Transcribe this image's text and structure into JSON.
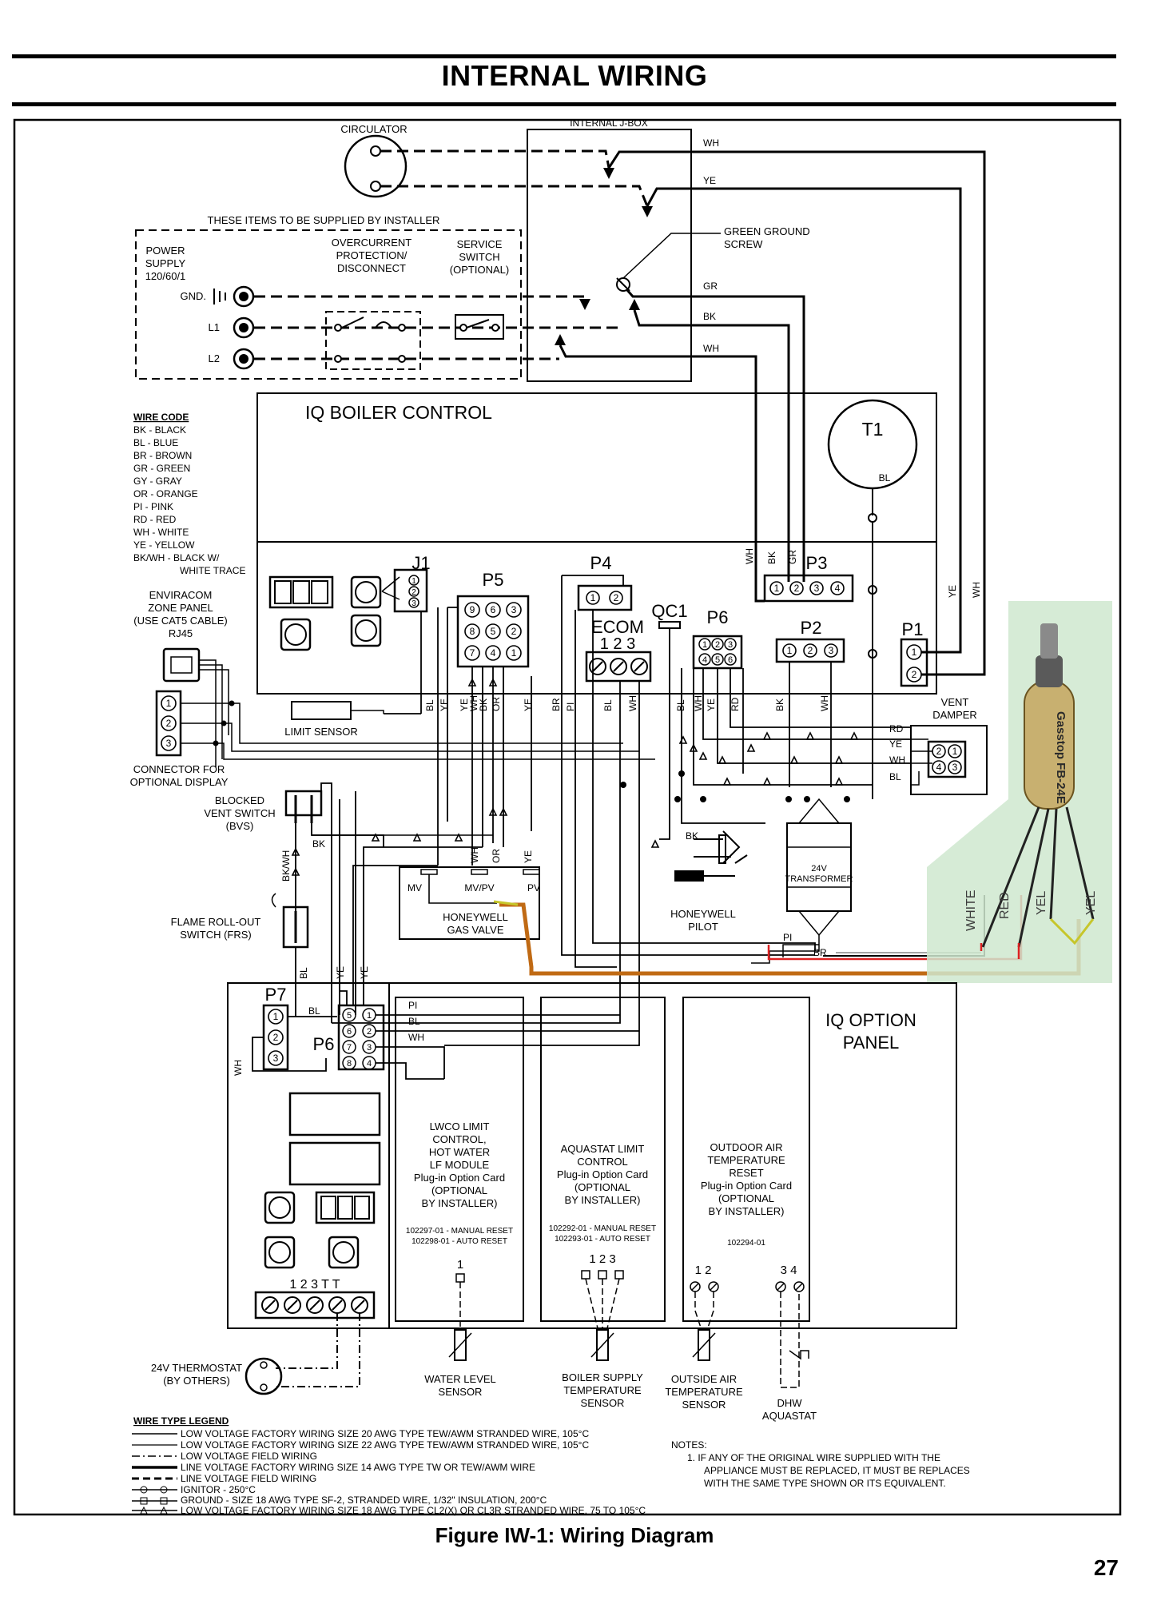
{
  "page": {
    "title": "INTERNAL WIRING",
    "caption": "Figure IW-1:  Wiring Diagram",
    "page_number": "27"
  },
  "top": {
    "circulator": "CIRCULATOR",
    "jbox": "INTERNAL J-BOX",
    "installer_note": "THESE ITEMS TO BE SUPPLIED BY INSTALLER",
    "power_supply": [
      "POWER",
      "SUPPLY",
      "120/60/1"
    ],
    "overcurrent": [
      "OVERCURRENT",
      "PROTECTION/",
      "DISCONNECT"
    ],
    "service_switch": [
      "SERVICE",
      "SWITCH",
      "(OPTIONAL)"
    ],
    "gnd": "GND.",
    "l1": "L1",
    "l2": "L2",
    "green_ground": [
      "GREEN GROUND",
      "SCREW"
    ],
    "wire_wh1": "WH",
    "wire_ye": "YE",
    "wire_gr": "GR",
    "wire_bk": "BK",
    "wire_wh2": "WH"
  },
  "control": {
    "title": "IQ BOILER CONTROL",
    "t1": "T1",
    "t1_bl": "BL",
    "j1": "J1",
    "p5": "P5",
    "p4": "P4",
    "p3": "P3",
    "qc1": "QC1",
    "ecom": "ECOM",
    "ecom_pins": "1  2  3",
    "p6": "P6",
    "p2": "P2",
    "p1": "P1",
    "p3_wires": [
      "WH",
      "BK",
      "GR"
    ],
    "p1_wires": [
      "YE",
      "WH"
    ],
    "p5_pins": [
      "9",
      "6",
      "3",
      "8",
      "5",
      "2",
      "7",
      "4",
      "1"
    ],
    "p6_pins": [
      "1",
      "2",
      "3",
      "4",
      "5",
      "6"
    ],
    "vert_wires": [
      "BL",
      "YE",
      "YE",
      "WH",
      "BK",
      "OR",
      "YE",
      "BR",
      "PI",
      "BL",
      "WH",
      "BL",
      "WH",
      "YE",
      "RD",
      "BK",
      "WH"
    ]
  },
  "wire_code": {
    "heading": "WIRE CODE",
    "items": [
      "BK - BLACK",
      "BL - BLUE",
      "BR - BROWN",
      "GR - GREEN",
      "GY - GRAY",
      "OR - ORANGE",
      "PI - PINK",
      "RD - RED",
      "WH - WHITE",
      "YE - YELLOW",
      "BK/WH - BLACK W/",
      "WHITE TRACE"
    ]
  },
  "left": {
    "enviracom": [
      "ENVIRACOM",
      "ZONE PANEL",
      "(USE CAT5 CABLE)",
      "RJ45"
    ],
    "connector": [
      "CONNECTOR FOR",
      "OPTIONAL DISPLAY"
    ],
    "limit_sensor": "LIMIT SENSOR",
    "bvs": [
      "BLOCKED",
      "VENT SWITCH",
      "(BVS)"
    ],
    "bvs_bk": "BK",
    "bkwh": "BK/WH",
    "frs": [
      "FLAME ROLL-OUT",
      "SWITCH (FRS)"
    ],
    "frs_bl": "BL",
    "ye_a": "YE",
    "ye_b": "YE"
  },
  "vent_damper": {
    "label": [
      "VENT",
      "DAMPER"
    ],
    "wires": [
      "RD",
      "YE",
      "WH",
      "BL"
    ]
  },
  "gas_valve": {
    "label": [
      "HONEYWELL",
      "GAS VALVE"
    ],
    "mv": "MV",
    "mvpv": "MV/PV",
    "pv": "PV",
    "wh": "WH",
    "or": "OR",
    "ye": "YE"
  },
  "pilot": {
    "label": [
      "HONEYWELL",
      "PILOT"
    ],
    "bk": "BK",
    "pi": "PI",
    "br": "BR"
  },
  "transformer": {
    "label": [
      "24V",
      "TRANSFORMER"
    ]
  },
  "sensor_photo": {
    "brand": "Gasstop FB-24E",
    "leads": [
      "WHITE",
      "RED",
      "YEL",
      "YEL"
    ]
  },
  "option_panel": {
    "title": [
      "IQ OPTION",
      "PANEL"
    ],
    "p7": "P7",
    "p6": "P6",
    "p7_pins": [
      "1",
      "2",
      "3"
    ],
    "p6_pins_left": [
      "5",
      "6",
      "7",
      "8"
    ],
    "p6_pins_right": [
      "1",
      "2",
      "3",
      "4"
    ],
    "bl": "BL",
    "wh": "WH",
    "pi": "PI",
    "bl2": "BL",
    "wh2": "WH",
    "terminals": "1   2   3   T   T",
    "thermostat": [
      "24V THERMOSTAT",
      "(BY OTHERS)"
    ]
  },
  "cards": [
    {
      "lines": [
        "LWCO LIMIT",
        "CONTROL,",
        "HOT WATER",
        "LF MODULE",
        "Plug-in Option Card",
        "(OPTIONAL",
        "BY INSTALLER)"
      ],
      "parts": [
        "102297-01 - MANUAL RESET",
        "102298-01 - AUTO RESET"
      ],
      "pins": "1",
      "sensor": [
        "WATER LEVEL",
        "SENSOR"
      ]
    },
    {
      "lines": [
        "AQUASTAT LIMIT",
        "CONTROL",
        "Plug-in Option Card",
        "(OPTIONAL",
        "BY INSTALLER)"
      ],
      "parts": [
        "102292-01 - MANUAL RESET",
        "102293-01 - AUTO RESET"
      ],
      "pins": "1  2  3",
      "sensor": [
        "BOILER SUPPLY",
        "TEMPERATURE",
        "SENSOR"
      ]
    },
    {
      "lines": [
        "OUTDOOR AIR",
        "TEMPERATURE",
        "RESET",
        "Plug-in Option Card",
        "(OPTIONAL",
        "BY INSTALLER)"
      ],
      "parts": [
        "102294-01"
      ],
      "pins": "1  2",
      "pins2": "3  4",
      "sensor": [
        "OUTSIDE AIR",
        "TEMPERATURE",
        "SENSOR"
      ],
      "sensor2": [
        "DHW",
        "AQUASTAT"
      ]
    }
  ],
  "legend": {
    "heading": "WIRE TYPE LEGEND",
    "items": [
      "LOW VOLTAGE FACTORY WIRING SIZE 20 AWG TYPE TEW/AWM STRANDED WIRE, 105°C",
      "LOW VOLTAGE FACTORY WIRING SIZE 22 AWG TYPE TEW/AWM STRANDED WIRE, 105°C",
      "LOW VOLTAGE FIELD WIRING",
      "LINE VOLTAGE FACTORY WIRING SIZE 14 AWG TYPE TW OR TEW/AWM WIRE",
      "LINE VOLTAGE FIELD WIRING",
      "IGNITOR - 250°C",
      "GROUND - SIZE 18 AWG TYPE SF-2, STRANDED WIRE, 1/32\" INSULATION, 200°C",
      "LOW VOLTAGE FACTORY WIRING SIZE 18 AWG TYPE CL2(X) OR CL3R STRANDED WIRE, 75 TO 105°C"
    ]
  },
  "notes": {
    "heading": "NOTES:",
    "lines": [
      "1.  IF ANY OF THE ORIGINAL WIRE SUPPLIED WITH THE",
      "APPLIANCE MUST BE REPLACED, IT MUST BE REPLACES",
      "WITH THE SAME TYPE SHOWN OR ITS EQUIVALENT."
    ]
  }
}
